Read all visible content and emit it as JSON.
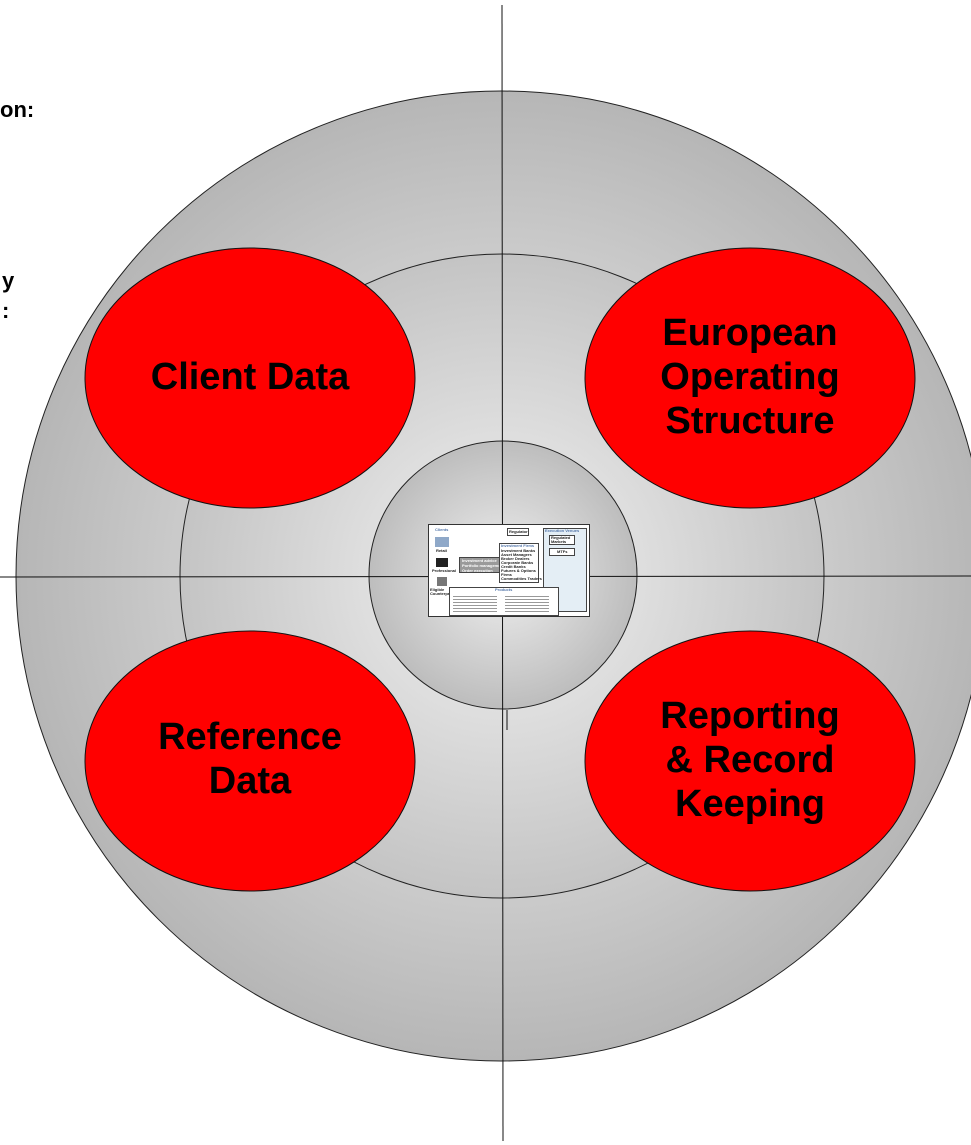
{
  "slide": {
    "text_fragments": [
      "on:",
      "y",
      ":"
    ]
  },
  "ovals": {
    "top_left": "Client Data",
    "top_right": "European\nOperating\nStructure",
    "bottom_left": "Reference\nData",
    "bottom_right": "Reporting\n& Record\nKeeping"
  },
  "center_diagram": {
    "clients_label": "Clients",
    "client_types": [
      "Retail",
      "Professional",
      "Eligible Counterparty"
    ],
    "regulator_label": "Regulator",
    "firms_header": "Investment Firms",
    "firm_types": [
      "Investment Banks",
      "Asset Managers",
      "Broker Dealers",
      "Corporate Banks",
      "Credit Banks",
      "Futures & Options",
      "Firms",
      "Commodities Traders"
    ],
    "arrow_text": [
      "Investment advice",
      "Portfolio management",
      "Order execution"
    ],
    "venues_header": "Execution Venues",
    "venue_types": [
      "Regulated Markets",
      "MTFs"
    ],
    "products_header": "Products"
  },
  "colors": {
    "oval_fill": "#ff0000",
    "ring_outer": "#b4b4b4",
    "ring_center": "#f2f2f2"
  }
}
